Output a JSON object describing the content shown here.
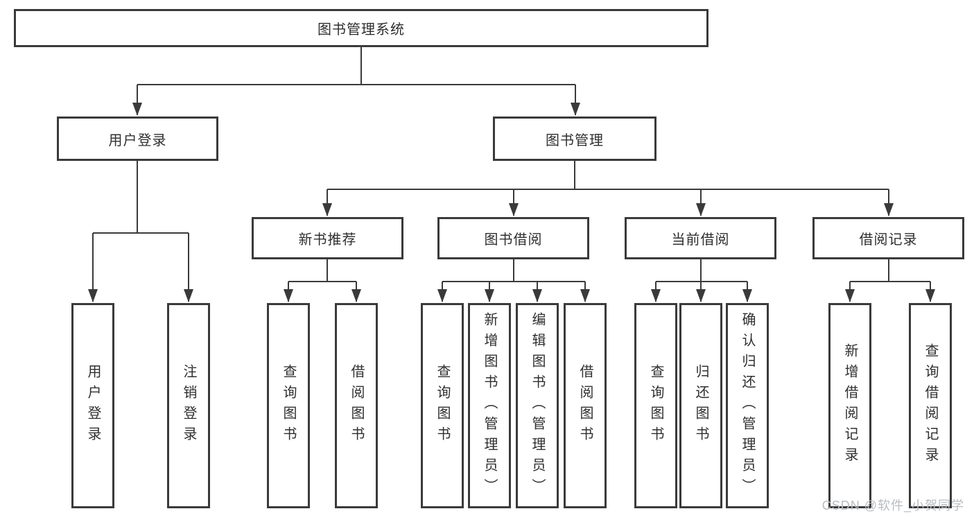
{
  "tree": {
    "root": {
      "label": "图书管理系统"
    },
    "branches": [
      {
        "label": "用户登录",
        "children": [
          {
            "label": "用户登录"
          },
          {
            "label": "注销登录"
          }
        ]
      },
      {
        "label": "图书管理",
        "children": [
          {
            "label": "新书推荐",
            "children": [
              {
                "label": "查询图书"
              },
              {
                "label": "借阅图书"
              }
            ]
          },
          {
            "label": "图书借阅",
            "children": [
              {
                "label": "查询图书"
              },
              {
                "label": "新增图书（管理员）"
              },
              {
                "label": "编辑图书（管理员）"
              },
              {
                "label": "借阅图书"
              }
            ]
          },
          {
            "label": "当前借阅",
            "children": [
              {
                "label": "查询图书"
              },
              {
                "label": "归还图书"
              },
              {
                "label": "确认归还（管理员）"
              }
            ]
          },
          {
            "label": "借阅记录",
            "children": [
              {
                "label": "新增借阅记录"
              },
              {
                "label": "查询借阅记录"
              }
            ]
          }
        ]
      }
    ]
  },
  "watermark": {
    "text": "CSDN @软件_小贺同学"
  },
  "colors": {
    "line": "#3a3a3a",
    "box_border": "#3a3a3a",
    "text": "#2f2f2f",
    "watermark": "#b8bcc0",
    "background": "#ffffff"
  }
}
